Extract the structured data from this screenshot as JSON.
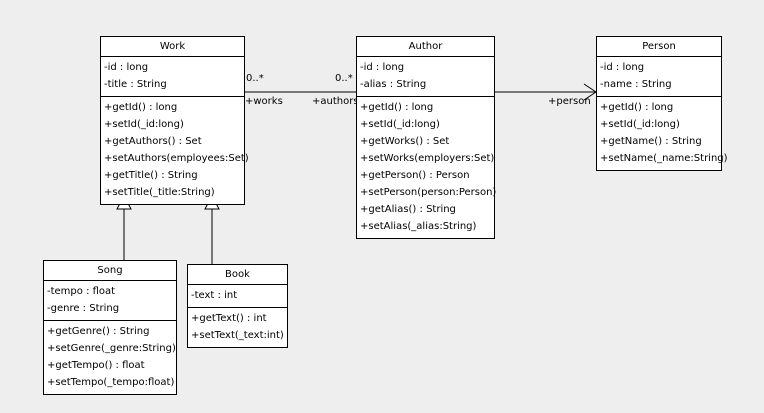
{
  "classes": {
    "work": {
      "name": "Work",
      "attributes": [
        "-id : long",
        "-title : String"
      ],
      "operations": [
        "+getId() : long",
        "+setId(_id:long)",
        "+getAuthors() : Set",
        "+setAuthors(employees:Set)",
        "+getTitle() : String",
        "+setTitle(_title:String)"
      ]
    },
    "author": {
      "name": "Author",
      "attributes": [
        "-id : long",
        "-alias : String"
      ],
      "operations": [
        "+getId() : long",
        "+setId(_id:long)",
        "+getWorks() : Set",
        "+setWorks(employers:Set)",
        "+getPerson() : Person",
        "+setPerson(person:Person)",
        "+getAlias() : String",
        "+setAlias(_alias:String)"
      ]
    },
    "person": {
      "name": "Person",
      "attributes": [
        "-id : long",
        "-name : String"
      ],
      "operations": [
        "+getId() : long",
        "+setId(_id:long)",
        "+getName() : String",
        "+setName(_name:String)"
      ]
    },
    "song": {
      "name": "Song",
      "attributes": [
        "-tempo : float",
        "-genre : String"
      ],
      "operations": [
        "+getGenre() : String",
        "+setGenre(_genre:String)",
        "+getTempo() : float",
        "+setTempo(_tempo:float)"
      ]
    },
    "book": {
      "name": "Book",
      "attributes": [
        "-text : int"
      ],
      "operations": [
        "+getText() : int",
        "+setText(_text:int)"
      ]
    }
  },
  "associations": {
    "work_author": {
      "mult_work_end": "0..*",
      "mult_author_end": "0..*",
      "role_works": "+works",
      "role_authors": "+authors"
    },
    "author_person": {
      "role_person": "+person"
    }
  }
}
